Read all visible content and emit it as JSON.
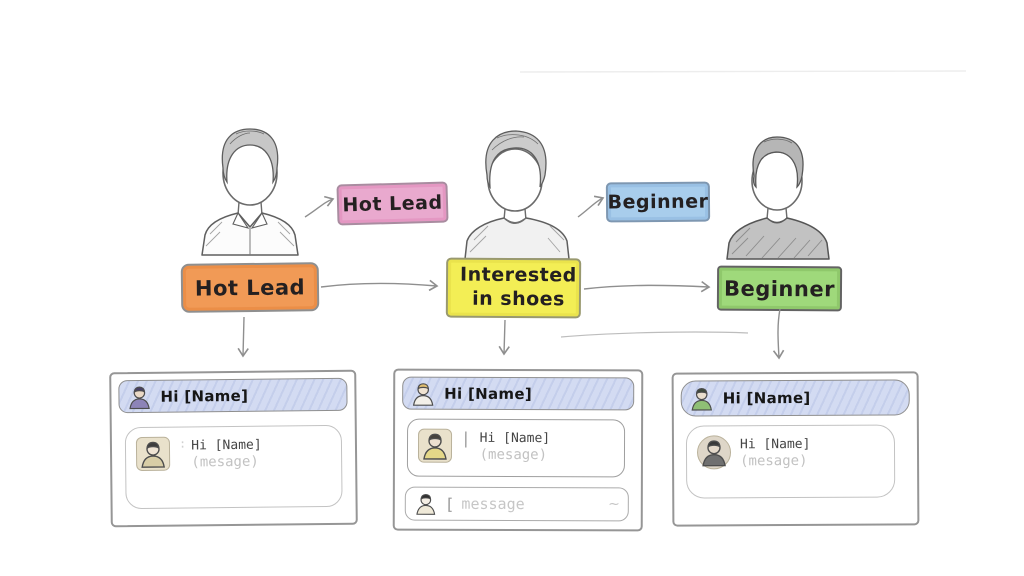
{
  "diagram": {
    "tags": [
      {
        "label": "Hot Lead",
        "color": "#e9a9ce"
      },
      {
        "label": "Beginner",
        "color": "#a8cdec"
      }
    ],
    "stages": [
      {
        "label": "Hot Lead",
        "color": "#f19a56"
      },
      {
        "label": "Interested in shoes",
        "line1": "Interested",
        "line2": "in shoes",
        "color": "#f3ee55"
      },
      {
        "label": "Beginner",
        "color": "#9fd97b"
      }
    ]
  },
  "chats": [
    {
      "greeting": "Hi [Name]",
      "message_line1": "Hi [Name]",
      "message_line2": "(mesage)"
    },
    {
      "greeting": "Hi [Name]",
      "message_line1": "Hi [Name]",
      "message_line2": "(mesage)",
      "input_placeholder": "message"
    },
    {
      "greeting": "Hi [Name]",
      "message_line1": "Hi [Name]",
      "message_line2": "(mesage)"
    }
  ],
  "icons": {
    "cursor_mark": "[",
    "cursor_bar": "|",
    "stray_tick": ":",
    "squiggle": "~"
  },
  "colors": {
    "header_bar": "#d3dbf2",
    "card_border": "#969696",
    "muted_text": "#c2c2c2",
    "arrow": "#8f8f8f"
  }
}
